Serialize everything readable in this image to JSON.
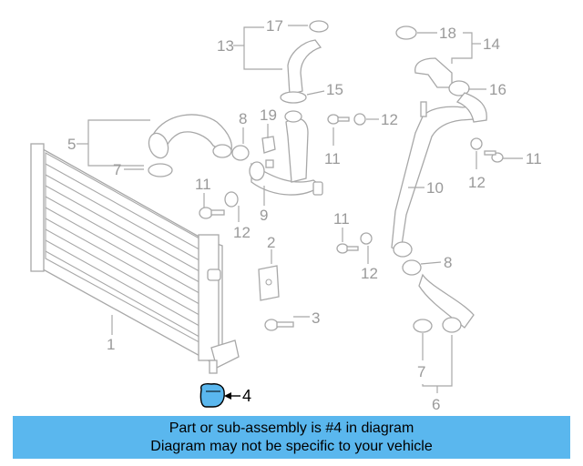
{
  "diagram": {
    "callouts": {
      "c1": "1",
      "c2": "2",
      "c3": "3",
      "c4": "4",
      "c5": "5",
      "c6": "6",
      "c7a": "7",
      "c7b": "7",
      "c8a": "8",
      "c8b": "8",
      "c9": "9",
      "c10": "10",
      "c11a": "11",
      "c11b": "11",
      "c11c": "11",
      "c11d": "11",
      "c12a": "12",
      "c12b": "12",
      "c12c": "12",
      "c12d": "12",
      "c13": "13",
      "c14": "14",
      "c15": "15",
      "c16": "16",
      "c17": "17",
      "c18": "18",
      "c19": "19"
    },
    "highlight_color": "#5ab7ee"
  },
  "banner": {
    "line1": "Part or sub-assembly is #4 in diagram",
    "line2": "Diagram may not be specific to your vehicle",
    "background": "#5ab7ee"
  }
}
